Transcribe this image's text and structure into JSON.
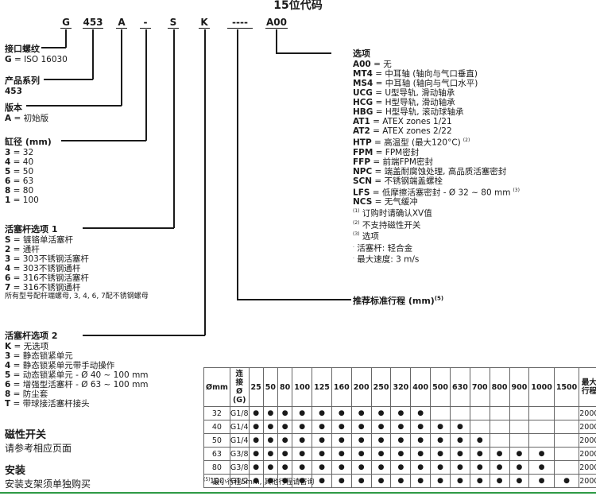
{
  "title": "15位代码",
  "codes": [
    "G",
    "453",
    "A",
    "-",
    "S",
    "K",
    "----",
    "A00"
  ],
  "left": {
    "thread": {
      "title": "接口螺纹",
      "lines": [
        {
          "k": "G",
          "v": " = ISO 16030"
        }
      ]
    },
    "series": {
      "title": "产品系列",
      "lines": [
        {
          "k": "453",
          "v": ""
        }
      ]
    },
    "version": {
      "title": "版本",
      "lines": [
        {
          "k": "A",
          "v": " = 初始版"
        }
      ]
    },
    "bore": {
      "title": "缸径 (mm)",
      "lines": [
        {
          "k": "3",
          "v": " = 32"
        },
        {
          "k": "4",
          "v": " = 40"
        },
        {
          "k": "5",
          "v": " = 50"
        },
        {
          "k": "6",
          "v": " = 63"
        },
        {
          "k": "8",
          "v": " = 80"
        },
        {
          "k": "1",
          "v": " = 100"
        }
      ]
    },
    "rod1": {
      "title": "活塞杆选项 1",
      "lines": [
        {
          "k": "S",
          "v": " = 镀铬单活塞杆"
        },
        {
          "k": "2",
          "v": " = 通杆"
        },
        {
          "k": "3",
          "v": " = 303不锈钢活塞杆"
        },
        {
          "k": "4",
          "v": " = 303不锈钢通杆"
        },
        {
          "k": "6",
          "v": " = 316不锈钢活塞杆"
        },
        {
          "k": "7",
          "v": " = 316不锈钢通杆"
        }
      ],
      "note": "所有型号配杆端螺母, 3, 4, 6, 7配不锈钢螺母"
    },
    "rod2": {
      "title": "活塞杆选项 2",
      "lines": [
        {
          "k": "K",
          "v": " = 无选项"
        },
        {
          "k": "3",
          "v": " = 静态锁紧单元"
        },
        {
          "k": "4",
          "v": " = 静态锁紧单元带手动操作"
        },
        {
          "k": "5",
          "v": " = 动态锁紧单元 - Ø 40 ~ 100 mm"
        },
        {
          "k": "6",
          "v": " = 增强型活塞杆 - Ø 63 ~ 100 mm"
        },
        {
          "k": "8",
          "v": " = 防尘套"
        },
        {
          "k": "T",
          "v": " = 带球接活塞杆接头"
        }
      ]
    },
    "magnetic": {
      "title": "磁性开关",
      "text": "请参考相应页面"
    },
    "mounting": {
      "title": "安装",
      "text": "安装支架须单独购买"
    }
  },
  "options": {
    "title": "选项",
    "lines": [
      {
        "k": "A00",
        "v": " = 无"
      },
      {
        "k": "MT4",
        "v": " = 中耳轴 (轴向与气口垂直)"
      },
      {
        "k": "MS4",
        "v": " = 中耳轴 (轴向与气口水平)"
      },
      {
        "k": "UCG",
        "v": " = U型导轨, 滑动轴承"
      },
      {
        "k": "HCG",
        "v": " = H型导轨, 滑动轴承"
      },
      {
        "k": "HBG",
        "v": " = H型导轨, 滚动球轴承"
      },
      {
        "k": "AT1",
        "v": " = ATEX zones 1/21"
      },
      {
        "k": "AT2",
        "v": " = ATEX zones 2/22"
      },
      {
        "k": "HTP",
        "v": " = 高温型 (最大120°C)",
        "sup": "(2)"
      },
      {
        "k": "FPM",
        "v": " = FPM密封"
      },
      {
        "k": "FFP",
        "v": " = 前端FPM密封"
      },
      {
        "k": "NPC",
        "v": " = 端盖耐腐蚀处理, 高品质活塞密封"
      },
      {
        "k": "SCN",
        "v": " = 不锈钢端盖螺栓"
      },
      {
        "k": "LFS",
        "v": " = 低摩擦活塞密封 - Ø 32 ~ 80 mm",
        "sup": "(3)"
      },
      {
        "k": "NCS",
        "v": " = 无气缓冲"
      }
    ],
    "notes": [
      {
        "sup": "(1)",
        "text": " 订购时请确认XV值"
      },
      {
        "sup": "(2)",
        "text": " 不支持磁性开关"
      },
      {
        "sup": "(3)",
        "text": " 选项"
      },
      {
        "sup": ".",
        "text": "  活塞杆: 轻合金"
      },
      {
        "sup": ".",
        "text": "  最大速度: 3 m/s"
      }
    ]
  },
  "stroke_title": "推荐标准行程 (mm)",
  "stroke_title_sup": "(5)",
  "table": {
    "headers": [
      "Ømm",
      "连接 Ø (G)",
      "25",
      "50",
      "80",
      "100",
      "125",
      "160",
      "200",
      "250",
      "320",
      "400",
      "500",
      "630",
      "700",
      "800",
      "900",
      "1000",
      "1500",
      "最大 行程"
    ],
    "rows": [
      {
        "d": "32",
        "g": "G1/8",
        "dots": [
          1,
          1,
          1,
          1,
          1,
          1,
          1,
          1,
          1,
          1,
          0,
          0,
          0,
          0,
          0,
          0,
          0
        ],
        "max": "2000"
      },
      {
        "d": "40",
        "g": "G1/4",
        "dots": [
          1,
          1,
          1,
          1,
          1,
          1,
          1,
          1,
          1,
          1,
          1,
          1,
          0,
          0,
          0,
          0,
          0
        ],
        "max": "2000"
      },
      {
        "d": "50",
        "g": "G1/4",
        "dots": [
          1,
          1,
          1,
          1,
          1,
          1,
          1,
          1,
          1,
          1,
          1,
          1,
          1,
          0,
          0,
          0,
          0
        ],
        "max": "2000"
      },
      {
        "d": "63",
        "g": "G3/8",
        "dots": [
          1,
          1,
          1,
          1,
          1,
          1,
          1,
          1,
          1,
          1,
          1,
          1,
          1,
          1,
          1,
          1,
          0
        ],
        "max": "2000"
      },
      {
        "d": "80",
        "g": "G3/8",
        "dots": [
          1,
          1,
          1,
          1,
          1,
          1,
          1,
          1,
          1,
          1,
          1,
          1,
          1,
          1,
          1,
          1,
          0
        ],
        "max": "2000"
      },
      {
        "d": "100",
        "g": "G1/2",
        "dots": [
          1,
          1,
          1,
          1,
          1,
          1,
          1,
          1,
          1,
          1,
          1,
          1,
          1,
          1,
          1,
          1,
          1
        ],
        "max": "2000"
      }
    ],
    "dot_char": "●",
    "footnote_sup": "(5)",
    "footnote": " 最小行程5mm, 其他行程请咨询"
  }
}
